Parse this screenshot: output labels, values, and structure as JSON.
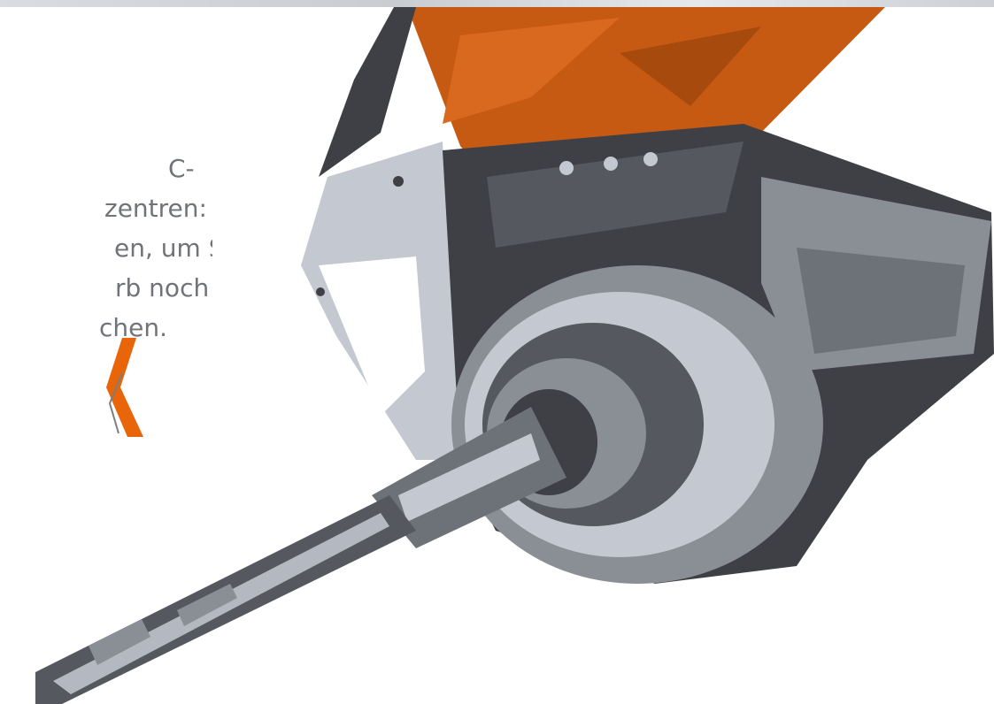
{
  "hero": {
    "text_lines": [
      "C-",
      "zentren:",
      "en, um Sie",
      "rb noch",
      "chen."
    ]
  },
  "icons": {
    "back_chevron": "chevron-left-icon"
  },
  "colors": {
    "accent_orange": "#e8650a",
    "text_gray": "#707378",
    "machine_dark": "#3e4045",
    "machine_mid": "#8a8e95",
    "machine_light": "#c4c8d0",
    "housing_orange": "#c75a12"
  }
}
